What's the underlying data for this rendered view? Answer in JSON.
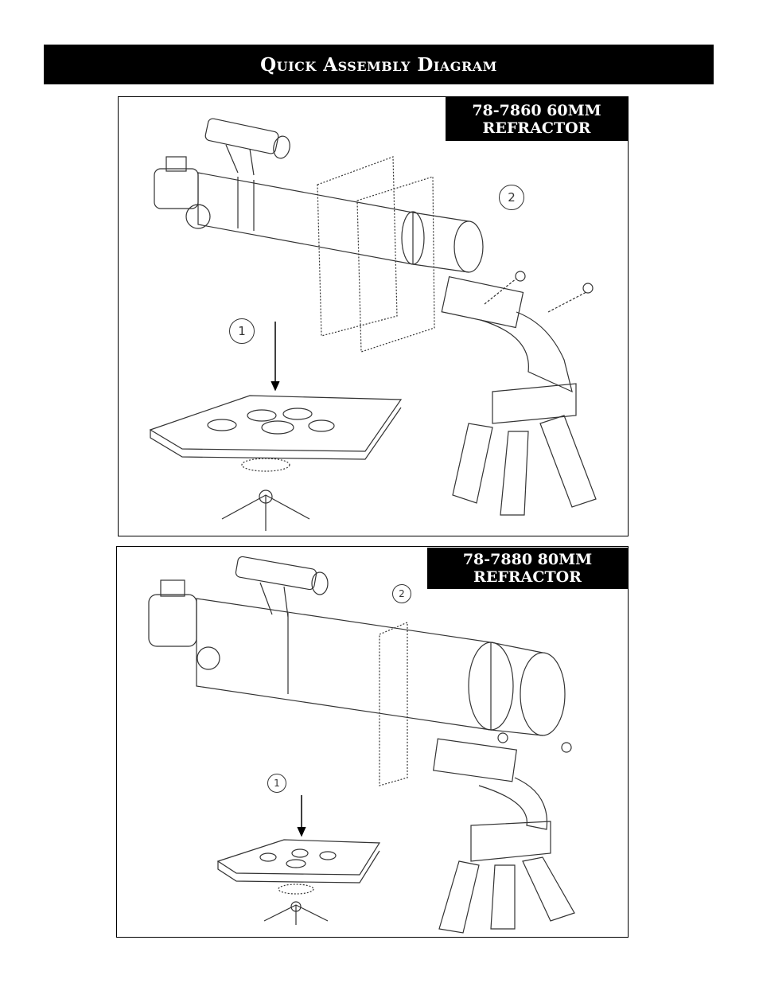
{
  "header": {
    "title": "Quick Assembly Diagram"
  },
  "panels": [
    {
      "model": "78-7860 60MM",
      "type": "REFRACTOR",
      "steps": [
        "1",
        "2"
      ]
    },
    {
      "model": "78-7880 80MM",
      "type": "REFRACTOR",
      "steps": [
        "1",
        "2"
      ]
    }
  ],
  "colors": {
    "header_bg": "#000000",
    "line": "#333333"
  }
}
